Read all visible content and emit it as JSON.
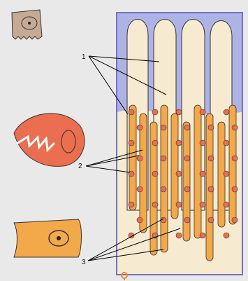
{
  "labels": [
    {
      "text": "1"
    },
    {
      "text": "2"
    },
    {
      "text": "3"
    }
  ],
  "icons": {
    "footer_pin": "location-pin-icon"
  },
  "colors": {
    "background": "#e9e9e9",
    "panel": "#aeb3e6",
    "panel_border": "#6f73c6",
    "tissue": "#f6ead0",
    "cell_beige": "#c7aa95",
    "cell_red": "#ea6e4f",
    "cell_orange": "#f3a84a",
    "pin": "#f08a24"
  }
}
